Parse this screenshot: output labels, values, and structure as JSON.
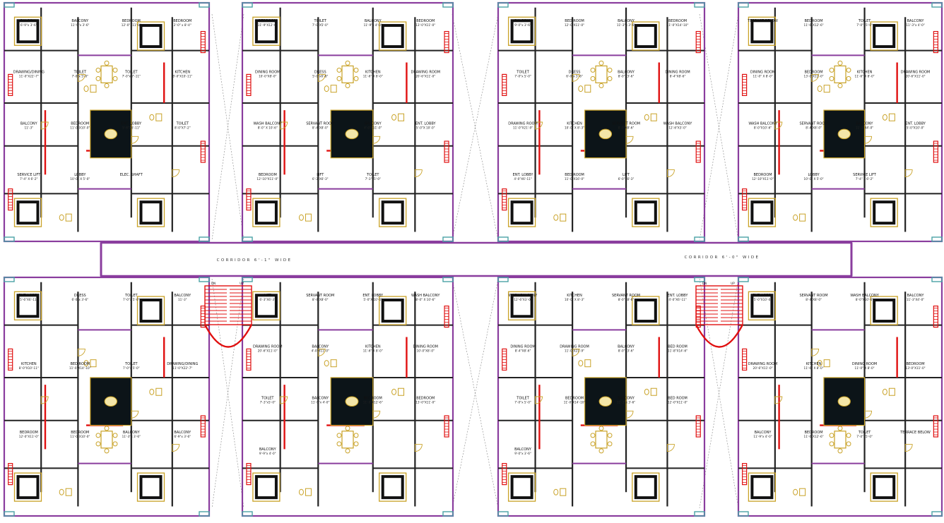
{
  "colors": {
    "wall": "#222222",
    "purple_wall": "#8a3d9e",
    "red_line": "#e01010",
    "furniture": "#c9a227",
    "window": "#4aa3a6",
    "dark_fill": "#0c1418",
    "magenta": "#c2187a"
  },
  "corridors": [
    {
      "id": "left",
      "label": "CORRIDOR 6'-1\" WIDE"
    },
    {
      "id": "right",
      "label": "CORRIDOR 6'-0\" WIDE"
    }
  ],
  "stairs": {
    "down": "DN",
    "up": "UP"
  },
  "units_top": [
    {
      "id": "t1",
      "rooms": [
        {
          "name": "BALCONY",
          "dim": "6'-9\"x 3'-6\""
        },
        {
          "name": "BALCONY",
          "dim": "11'-9\"x 3'-6\""
        },
        {
          "name": "BEDROOM",
          "dim": "12'-0\"X11'-0\""
        },
        {
          "name": "BEDROOM",
          "dim": "2'-0\" x 8'-4\""
        },
        {
          "name": "DRAWING/DINING",
          "dim": "11'-0\"X22'-7\""
        },
        {
          "name": "TOILET",
          "dim": "7'-0\"x 5'-0\""
        },
        {
          "name": "TOILET",
          "dim": "7'-0\"x 7'-11\""
        },
        {
          "name": "KITCHEN",
          "dim": "8'-0\"X10'-11\""
        },
        {
          "name": "BALCONY",
          "dim": "11'-3\""
        },
        {
          "name": "BEDROOM",
          "dim": "11'-0\"X10'-0\""
        },
        {
          "name": "ENT. LOBBY",
          "dim": "5'-6\"X6'-11\""
        },
        {
          "name": "TOILET",
          "dim": "8'-0\"X7'-2\""
        },
        {
          "name": "SERVICE LIFT",
          "dim": "7'-4\" X 6'-2\""
        },
        {
          "name": "LOBBY",
          "dim": "10'-0\" X 5'-0\""
        },
        {
          "name": "ELEC. SHAFT",
          "dim": ""
        }
      ]
    },
    {
      "id": "t2",
      "rooms": [
        {
          "name": "BEDROOM",
          "dim": "11'-9\"X12'-6\""
        },
        {
          "name": "TOILET",
          "dim": "7'-0\"X5'-0\""
        },
        {
          "name": "BALCONY",
          "dim": "11'-9\"x 4'-0\""
        },
        {
          "name": "BEDROOM",
          "dim": "13'-0\"X11'-0\""
        },
        {
          "name": "DINING ROOM",
          "dim": "10'-0\"X8'-0\""
        },
        {
          "name": "DRESS",
          "dim": "5'-0\"x6'-8\""
        },
        {
          "name": "KITCHEN",
          "dim": "11'-6\" X 8'-0\""
        },
        {
          "name": "DRAWING ROOM",
          "dim": "20'-6\"X11'-0\""
        },
        {
          "name": "WASH BALCONY",
          "dim": "8'-0\" X 10'-6\""
        },
        {
          "name": "SERVANT ROOM",
          "dim": "8'-4\"X8'-0\""
        },
        {
          "name": "BALCONY",
          "dim": "4'-0\"X11'-0\""
        },
        {
          "name": "ENT. LOBBY",
          "dim": "5'-0\"X 10'-0\""
        },
        {
          "name": "BEDROOM",
          "dim": "12'-10\"X11'-0\""
        },
        {
          "name": "LIFT",
          "dim": "6'-3\"X6'-3\""
        },
        {
          "name": "TOILET",
          "dim": "7'-3\"x5'-0\""
        }
      ]
    },
    {
      "id": "t3",
      "rooms": [
        {
          "name": "BALCONY",
          "dim": "9'-0\"x 3'-6\""
        },
        {
          "name": "BED ROOM",
          "dim": "12'-0\"X11'-0\""
        },
        {
          "name": "BALCONY",
          "dim": "11'-3\"x 3'-6\""
        },
        {
          "name": "BEDROOM",
          "dim": "11'-0\"X14'-10\""
        },
        {
          "name": "TOILET",
          "dim": "7'-0\"x 5'-0\""
        },
        {
          "name": "DRESS",
          "dim": "6'-0\"x 3'-6\""
        },
        {
          "name": "BALCONY",
          "dim": "8'-0\"X3'-6\""
        },
        {
          "name": "DINING ROOM",
          "dim": "8'-4\"X8'-6\""
        },
        {
          "name": "DRAWING ROOM",
          "dim": "11'-0\"X21'-9\""
        },
        {
          "name": "KITCHEN",
          "dim": "10'-0\" X 8'-3\""
        },
        {
          "name": "SERVANT ROOM",
          "dim": "8'-0\"X8'-6\""
        },
        {
          "name": "WASH BALCONY",
          "dim": "12'-6\"X3'-0\""
        },
        {
          "name": "ENT. LOBBY",
          "dim": "4'-0\"X6'-11\""
        },
        {
          "name": "BED ROOM",
          "dim": "11'-0\"X16'-0\""
        },
        {
          "name": "LIFT",
          "dim": "6'-0\"X6'-3\""
        }
      ]
    },
    {
      "id": "t4",
      "rooms": [
        {
          "name": "TERRACE BELOW",
          "dim": ""
        },
        {
          "name": "BEDROOM",
          "dim": "11'-6\"X12'-6\""
        },
        {
          "name": "TOILET",
          "dim": "7'-0\"X5'-0\""
        },
        {
          "name": "BALCONY",
          "dim": "11'-3\"x 4'-0\""
        },
        {
          "name": "DINING ROOM",
          "dim": "11'-0\" X 8'-0\""
        },
        {
          "name": "BEDROOM",
          "dim": "13'-0\"X11'-0\""
        },
        {
          "name": "KITCHEN",
          "dim": "11'-6\" X 8'-0\""
        },
        {
          "name": "DRAWING ROOM",
          "dim": "20'-6\"X11'-0\""
        },
        {
          "name": "WASH BALCONY",
          "dim": "8'-0\"X10'-6\""
        },
        {
          "name": "SERVANT ROOM",
          "dim": "8'-4\"X8'-0\""
        },
        {
          "name": "BALCONY",
          "dim": "11'-3\"X4'-0\""
        },
        {
          "name": "ENT. LOBBY",
          "dim": "5'-0\"X10'-0\""
        },
        {
          "name": "BEDROOM",
          "dim": "12'-10\"X11'-0\""
        },
        {
          "name": "LOBBY",
          "dim": "10'-0\" X 5'-0\""
        },
        {
          "name": "SERVICE LIFT",
          "dim": "7'-4\" X 6'-2\""
        }
      ]
    }
  ],
  "units_bottom": [
    {
      "id": "b1",
      "rooms": [
        {
          "name": "ENT. LOBBY",
          "dim": "5'-6\"X6'-11\""
        },
        {
          "name": "DRESS",
          "dim": "6'-0\"x 3'-6\""
        },
        {
          "name": "TOILET",
          "dim": "7'-0\"x 5'-0\""
        },
        {
          "name": "BALCONY",
          "dim": "11'-3\""
        },
        {
          "name": "KITCHEN",
          "dim": "8'-0\"X10'-11\""
        },
        {
          "name": "BED ROOM",
          "dim": "11'-0\"X14'-10\""
        },
        {
          "name": "TOILET",
          "dim": "7'-0\"x 5'-0\""
        },
        {
          "name": "DRAWING/DINING",
          "dim": "11'-0\"X22'-7\""
        },
        {
          "name": "BEDROOM",
          "dim": "12'-0\"X11'-0\""
        },
        {
          "name": "BEDROOM",
          "dim": "11'-0\"X10'-0\""
        },
        {
          "name": "BALCONY",
          "dim": "11'-3\"x 3'-6\""
        },
        {
          "name": "BALCONY",
          "dim": "6'-9\"x 3'-6\""
        }
      ]
    },
    {
      "id": "b2",
      "rooms": [
        {
          "name": "LIFT",
          "dim": "6'-3\"X6'-3\""
        },
        {
          "name": "SERVANT ROOM",
          "dim": "8'-4\"X8'-0\""
        },
        {
          "name": "ENT. LOBBY",
          "dim": "5'-0\"X 10'-0\""
        },
        {
          "name": "WASH BALCONY",
          "dim": "8'-0\" X 10'-6\""
        },
        {
          "name": "DRAWING ROOM",
          "dim": "20'-6\"X11'-0\""
        },
        {
          "name": "BALCONY",
          "dim": "4'-0\"X11'-0\""
        },
        {
          "name": "KITCHEN",
          "dim": "11'-6\" X 8'-0\""
        },
        {
          "name": "DINING ROOM",
          "dim": "10'-0\"X8'-0\""
        },
        {
          "name": "TOILET",
          "dim": "7'-3\"x5'-0\""
        },
        {
          "name": "BALCONY",
          "dim": "11'-9\"x 4'-0\""
        },
        {
          "name": "BEDROOM",
          "dim": "11'-9\"X12'-6\""
        },
        {
          "name": "BEDROOM",
          "dim": "13'-0\"X11'-0\""
        },
        {
          "name": "BALCONY",
          "dim": "9'-9\"x 4'-0\""
        }
      ]
    },
    {
      "id": "b3",
      "rooms": [
        {
          "name": "WASH BALCONY",
          "dim": "12'-6\"X3'-0\""
        },
        {
          "name": "KITCHEN",
          "dim": "10'-0\" X 8'-3\""
        },
        {
          "name": "SERVANT ROOM",
          "dim": "8'-0\"X8'-6\""
        },
        {
          "name": "ENT. LOBBY",
          "dim": "4'-0\"X6'-11\""
        },
        {
          "name": "DINING ROOM",
          "dim": "8'-4\"X8'-6\""
        },
        {
          "name": "DRAWING ROOM",
          "dim": "11'-0\"X21'-9\""
        },
        {
          "name": "BALCONY",
          "dim": "8'-0\"X3'-6\""
        },
        {
          "name": "BED ROOM",
          "dim": "11'-8\"X14'-6\""
        },
        {
          "name": "TOILET",
          "dim": "7'-0\"x 5'-0\""
        },
        {
          "name": "BEDROOM",
          "dim": "11'-0\"X14'-10\""
        },
        {
          "name": "BALCONY",
          "dim": "11'-3\"x 3'-6\""
        },
        {
          "name": "BED ROOM",
          "dim": "12'-0\"X11'-0\""
        },
        {
          "name": "BALCONY",
          "dim": "9'-0\"x 3'-6\""
        }
      ]
    },
    {
      "id": "b4",
      "rooms": [
        {
          "name": "ENT. LOBBY",
          "dim": "5'-0\"X10'-0\""
        },
        {
          "name": "SERVANT ROOM",
          "dim": "8'-4\"X8'-0\""
        },
        {
          "name": "WASH BALCONY",
          "dim": "8'-0\"X10'-6\""
        },
        {
          "name": "BALCONY",
          "dim": "11'-3\"X4'-0\""
        },
        {
          "name": "DRAWING ROOM",
          "dim": "20'-6\"X11'-0\""
        },
        {
          "name": "KITCHEN",
          "dim": "11'-6\" X 8'-0\""
        },
        {
          "name": "DINING ROOM",
          "dim": "11'-0\" X 8'-0\""
        },
        {
          "name": "BEDROOM",
          "dim": "13'-0\"X11'-0\""
        },
        {
          "name": "BALCONY",
          "dim": "11'-9\"x 4'-0\""
        },
        {
          "name": "BEDROOM",
          "dim": "11'-6\"X12'-6\""
        },
        {
          "name": "TOILET",
          "dim": "7'-0\"X5'-0\""
        },
        {
          "name": "TERRACE BELOW",
          "dim": ""
        }
      ]
    }
  ]
}
